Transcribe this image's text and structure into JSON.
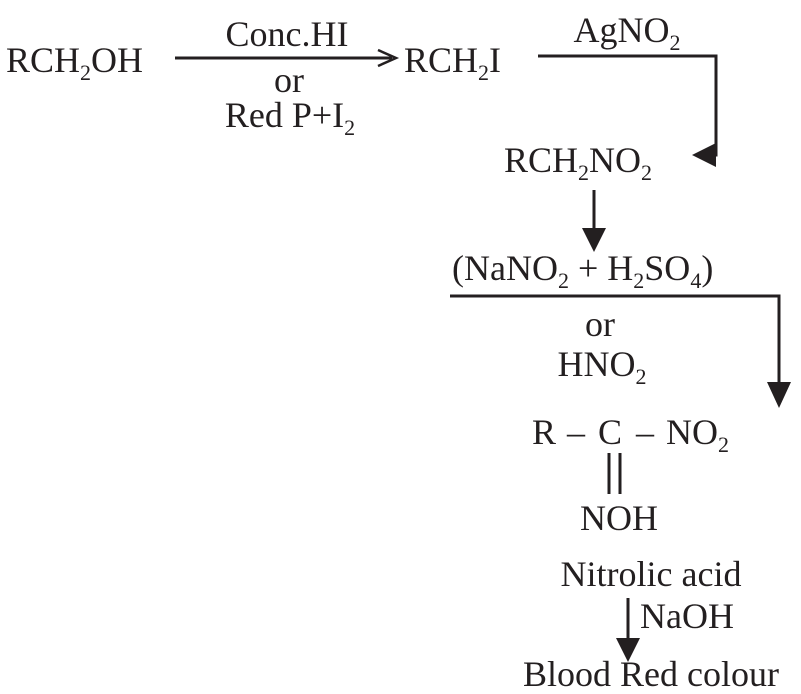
{
  "reactant": {
    "main": "RCH",
    "sub": "2",
    "tail": "OH"
  },
  "step1": {
    "reagent_top": "Conc.HI",
    "reagent_or": "or",
    "reagent_bottom_main": "Red P+I",
    "reagent_bottom_sub": "2"
  },
  "iodide": {
    "main": "RCH",
    "sub": "2",
    "tail": "I"
  },
  "step2": {
    "reagent_main": "AgNO",
    "reagent_sub": "2"
  },
  "nitro": {
    "main": "RCH",
    "sub": "2",
    "mid": "NO",
    "sub2": "2"
  },
  "step3": {
    "reagent_line1": {
      "a": "(NaNO",
      "a_sub": "2",
      "b": " + H",
      "b_sub": "2",
      "c": "SO",
      "c_sub": "4",
      "d": ")"
    },
    "reagent_or": "or",
    "reagent_line2": {
      "main": "HNO",
      "sub": "2"
    }
  },
  "product": {
    "left": "R",
    "dash1": "–",
    "center": "C",
    "dash2": "–",
    "right_main": "NO",
    "right_sub": "2",
    "double_bond_group": "NOH",
    "name": "Nitrolic acid"
  },
  "step4": {
    "reagent": "NaOH"
  },
  "result": {
    "text": "Blood Red colour"
  },
  "colors": {
    "ink": "#231f20",
    "background": "#ffffff"
  }
}
